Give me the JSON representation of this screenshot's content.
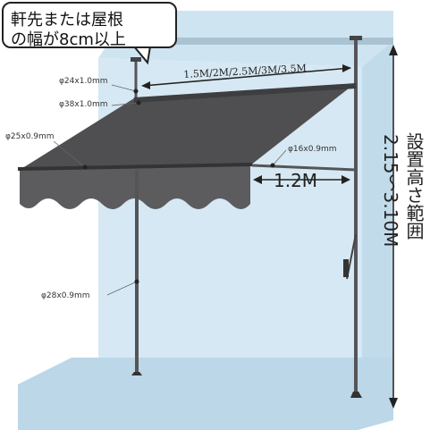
{
  "callout": {
    "line1": "軒先または屋根",
    "line2": "の幅が8cm以上"
  },
  "specs": {
    "top_pole": "φ24x1.0mm",
    "roller": "φ38x1.0mm",
    "front_bar": "φ25x0.9mm",
    "arm": "φ16x0.9mm",
    "main_pole": "φ28x0.9mm"
  },
  "dimensions": {
    "width": "1.5M/2M/2.5M/3M/3.5M",
    "projection": "1.2M",
    "height_label": "設置高さ範囲",
    "height_range": "2.15～3.10M"
  },
  "colors": {
    "canvas": "#4f4f52",
    "pole": "#555558",
    "wall": "#c9e0ee",
    "floor": "#bcd7e8"
  }
}
